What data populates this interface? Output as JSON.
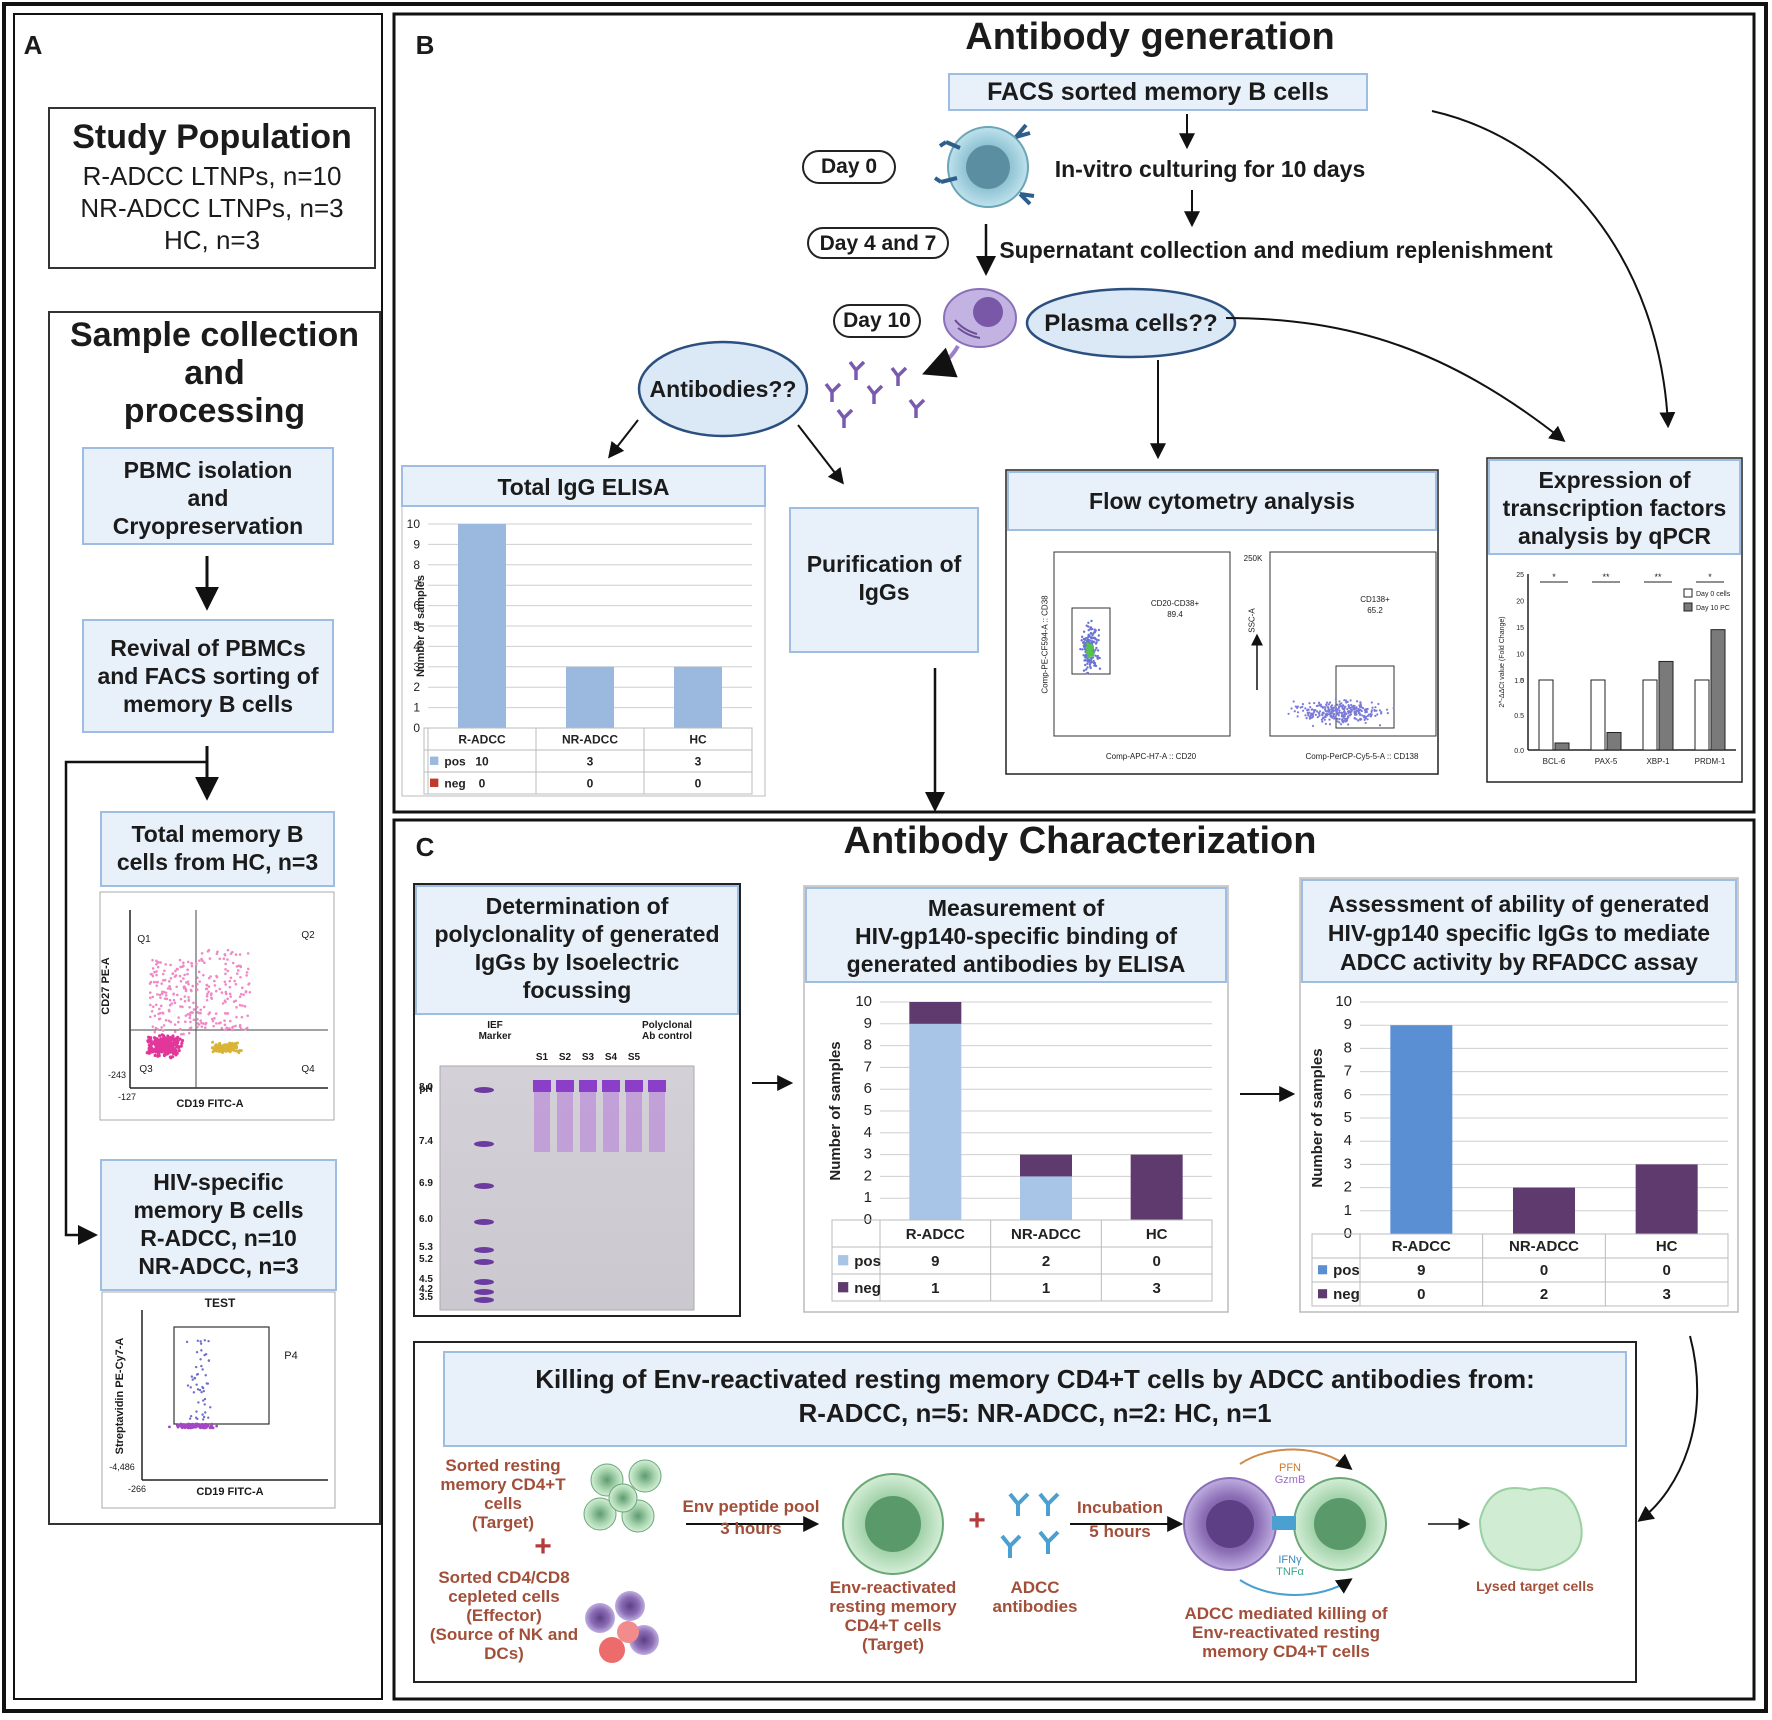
{
  "panel_labels": {
    "a": "A",
    "b": "B",
    "c": "C"
  },
  "panel_a": {
    "study_population": {
      "title": "Study Population",
      "lines": [
        "R-ADCC LTNPs, n=10",
        "NR-ADCC LTNPs, n=3",
        "HC, n=3"
      ]
    },
    "sample_title_lines": [
      "Sample collection",
      "and",
      "processing"
    ],
    "steps": {
      "pbmc": [
        "PBMC  isolation",
        "and",
        "Cryopreservation"
      ],
      "revival": [
        "Revival of PBMCs",
        "and FACS sorting of",
        "memory B cells"
      ],
      "total_memory": [
        "Total memory B",
        "cells from HC, n=3"
      ],
      "hiv_specific": [
        "HIV-specific",
        "memory B cells",
        "R-ADCC, n=10",
        "NR-ADCC, n=3"
      ]
    },
    "facs1": {
      "q1": "Q1",
      "q2": "Q2",
      "q3": "Q3",
      "q4": "Q4",
      "ylabel": "CD27 PE-A",
      "xlabel": "CD19 FITC-A",
      "ytick": "-243",
      "x0": "-127"
    },
    "facs2": {
      "title": "TEST",
      "gate": "P4",
      "ylabel": "Streptavidin PE-Cy7-A",
      "xlabel": "CD19 FITC-A",
      "ytick": "-4,486",
      "x0": "-266"
    }
  },
  "panel_b": {
    "title": "Antibody generation",
    "facs_sorted": "FACS sorted memory B cells",
    "day0": "Day 0",
    "day47": "Day 4 and 7",
    "day10": "Day 10",
    "culturing": "In-vitro culturing for 10 days",
    "supernatant": "Supernatant collection and medium replenishment",
    "plasma_cells": "Plasma cells??",
    "antibodies": "Antibodies??",
    "total_igg": "Total IgG ELISA",
    "purification": [
      "Purification of",
      "IgGs"
    ],
    "flow": "Flow cytometry analysis",
    "expression": [
      "Expression of",
      "transcription factors",
      "analysis by qPCR"
    ],
    "flow_plot1": {
      "gate": "CD20-CD38+",
      "value": "89.4",
      "xlabel": "Comp-APC-H7-A :: CD20",
      "ylabel": "Comp-PE-CF594-A :: CD38"
    },
    "flow_plot2": {
      "gate": "CD138+",
      "value": "65.2",
      "xlabel": "Comp-PerCP-Cy5-5-A :: CD138",
      "ylabel": "SSC-A",
      "ytick": "250K"
    }
  },
  "panel_c": {
    "title": "Antibody Characterization",
    "ief_title": [
      "Determination of",
      "polyclonality of generated",
      "IgGs by Isoelectric",
      "focussing"
    ],
    "ief_gel": {
      "marker": [
        "IEF",
        "Marker"
      ],
      "polyclonal": [
        "Polyclonal",
        "Ab control"
      ],
      "lanes": [
        "S1",
        "S2",
        "S3",
        "S4",
        "S5"
      ],
      "ph_label": "pH",
      "ph_values": [
        "8.0",
        "7.4",
        "6.9",
        "6.0",
        "5.3",
        "5.2",
        "4.5",
        "4.2",
        "3.5"
      ]
    },
    "binding_title": [
      "Measurement of",
      "HIV-gp140-specific binding of",
      "generated antibodies by ELISA"
    ],
    "adcc_title": [
      "Assessment of ability of  generated",
      "HIV-gp140 specific IgGs to mediate",
      "ADCC activity by RFADCC assay"
    ],
    "killing_title": [
      "Killing of Env-reactivated resting memory CD4+T cells by ADCC antibodies from:",
      "R-ADCC, n=5: NR-ADCC, n=2: HC, n=1"
    ],
    "killing": {
      "target": [
        "Sorted resting",
        "memory CD4+T",
        "cells",
        "(Target)"
      ],
      "plus": "+",
      "effector": [
        "Sorted CD4/CD8",
        "cepleted cells",
        "(Effector)",
        "(Source of NK and",
        "DCs)"
      ],
      "env_pool": [
        "Env peptide pool",
        "3 hours"
      ],
      "env_reactivated": [
        "Env-reactivated",
        "resting memory",
        "CD4+T cells",
        "(Target)"
      ],
      "adcc_antibodies": [
        "ADCC",
        "antibodies"
      ],
      "incubation": [
        "Incubation",
        "5 hours"
      ],
      "pfn": "PFN",
      "gzmb": "GzmB",
      "ifn": "IFNγ",
      "tnf": "TNFα",
      "mediated": [
        "ADCC mediated killing of",
        "Env-reactivated resting",
        "memory CD4+T cells"
      ],
      "lysed": "Lysed target cells"
    }
  },
  "chart_data": [
    {
      "type": "bar",
      "title": "Total IgG ELISA",
      "ylabel": "Number of samples",
      "categories": [
        "R-ADCC",
        "NR-ADCC",
        "HC"
      ],
      "ylim": [
        0,
        10
      ],
      "series": [
        {
          "name": "pos",
          "values": [
            10,
            3,
            3
          ],
          "color": "#9bb9de"
        },
        {
          "name": "neg",
          "values": [
            0,
            0,
            0
          ],
          "color": "#c0392b"
        }
      ],
      "table": true
    },
    {
      "type": "bar",
      "title": "HIV-gp140-specific binding ELISA",
      "ylabel": "Number of samples",
      "categories": [
        "R-ADCC",
        "NR-ADCC",
        "HC"
      ],
      "ylim": [
        0,
        10
      ],
      "stacked": true,
      "series": [
        {
          "name": "pos",
          "values": [
            9,
            2,
            0
          ],
          "color": "#a8c4e6"
        },
        {
          "name": "neg",
          "values": [
            1,
            1,
            3
          ],
          "color": "#5e3a6e"
        }
      ],
      "table": true
    },
    {
      "type": "bar",
      "title": "RFADCC assay",
      "ylabel": "Number of samples",
      "categories": [
        "R-ADCC",
        "NR-ADCC",
        "HC"
      ],
      "ylim": [
        0,
        10
      ],
      "series": [
        {
          "name": "pos",
          "values": [
            9,
            0,
            0
          ],
          "color": "#5b8fd4"
        },
        {
          "name": "neg",
          "values": [
            0,
            2,
            3
          ],
          "color": "#5e3a6e"
        }
      ],
      "table": true
    },
    {
      "type": "bar",
      "title": "qPCR",
      "ylabel": "2^-ΔΔCt value (Fold Change)",
      "categories": [
        "BCL-6",
        "PAX-5",
        "XBP-1",
        "PRDM-1"
      ],
      "series": [
        {
          "name": "Day 0 cells",
          "values": [
            1.0,
            1.0,
            1.0,
            1.0
          ],
          "color": "#ffffff"
        },
        {
          "name": "Day 10 PC",
          "values": [
            0.1,
            0.25,
            8.5,
            14.5
          ],
          "color": "#7a7a7a"
        }
      ],
      "significance": [
        "*",
        "**",
        "**",
        "*"
      ],
      "ytick_labels": [
        "0.0",
        "0.5",
        "1.0",
        "5",
        "10",
        "15",
        "20",
        "25"
      ]
    }
  ]
}
